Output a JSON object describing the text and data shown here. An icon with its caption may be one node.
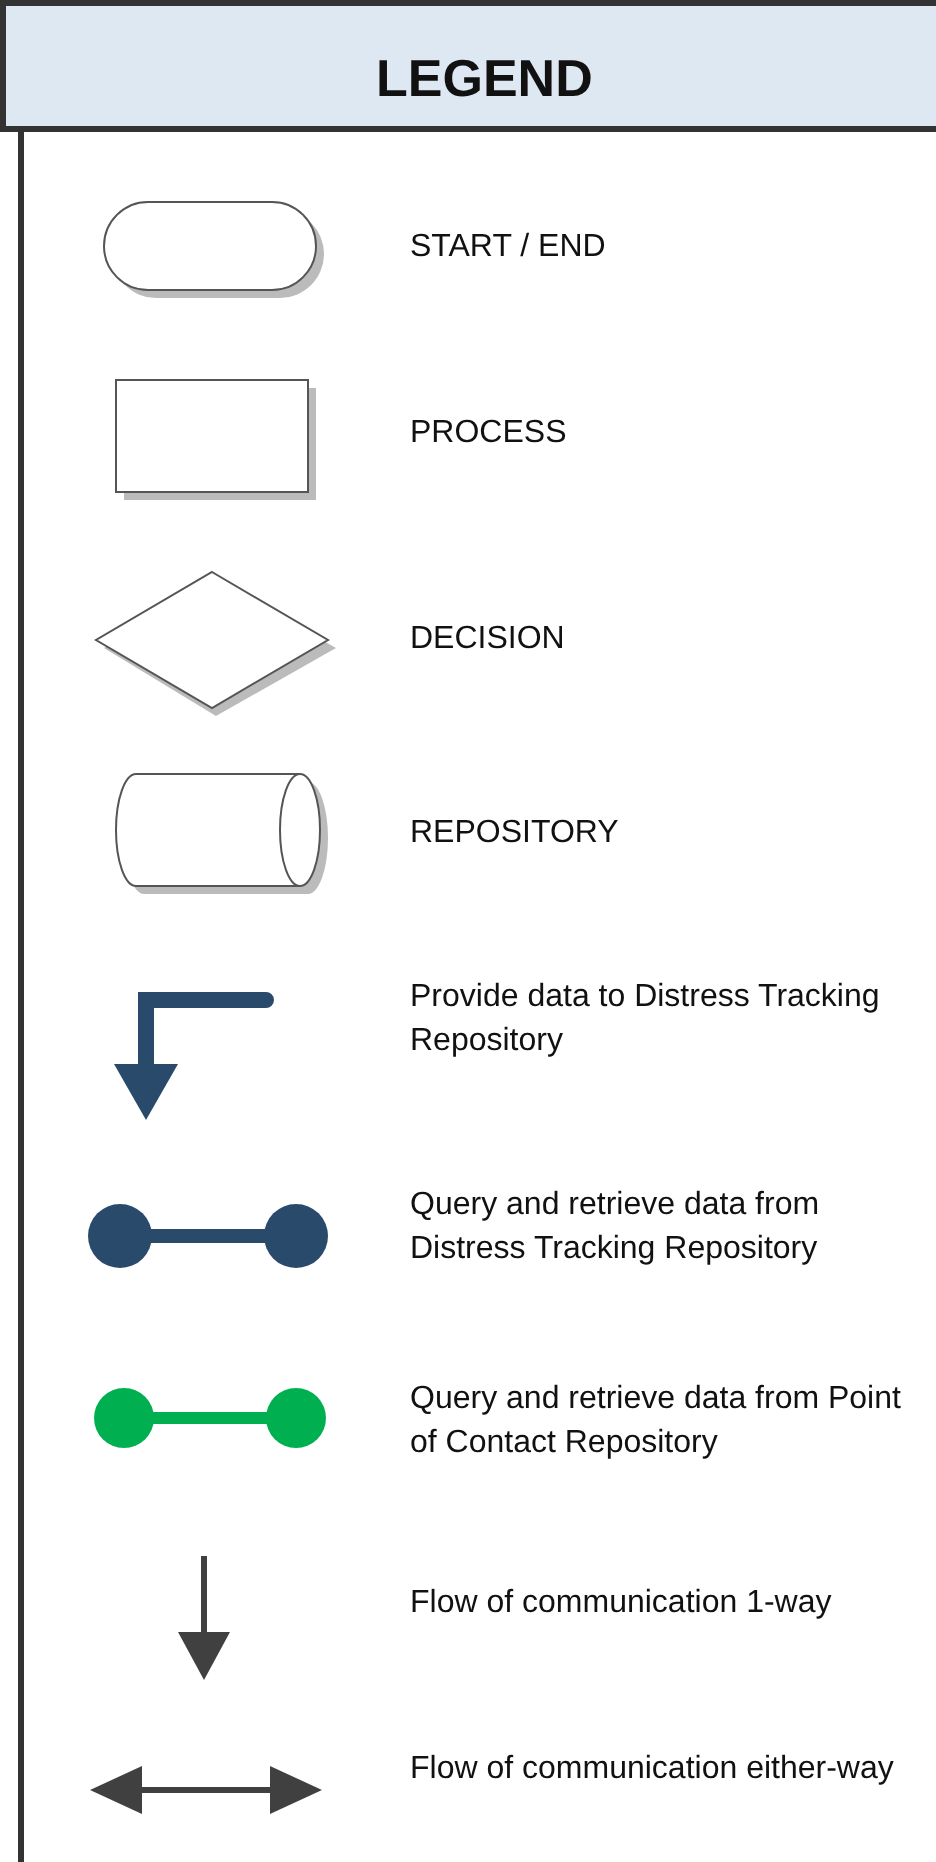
{
  "diagram": {
    "title": "LEGEND",
    "legend": [
      {
        "text": "START / END"
      },
      {
        "text": "PROCESS"
      },
      {
        "text": "DECISION"
      },
      {
        "text": "REPOSITORY"
      },
      {
        "text": "Provide data to Distress Tracking Repository"
      },
      {
        "text": "Query and retrieve data from Distress Tracking Repository"
      },
      {
        "text": "Query and retrieve data from Point of Contact Repository"
      },
      {
        "text": "Flow of communication 1-way"
      },
      {
        "text": "Flow of communication either-way"
      }
    ]
  }
}
